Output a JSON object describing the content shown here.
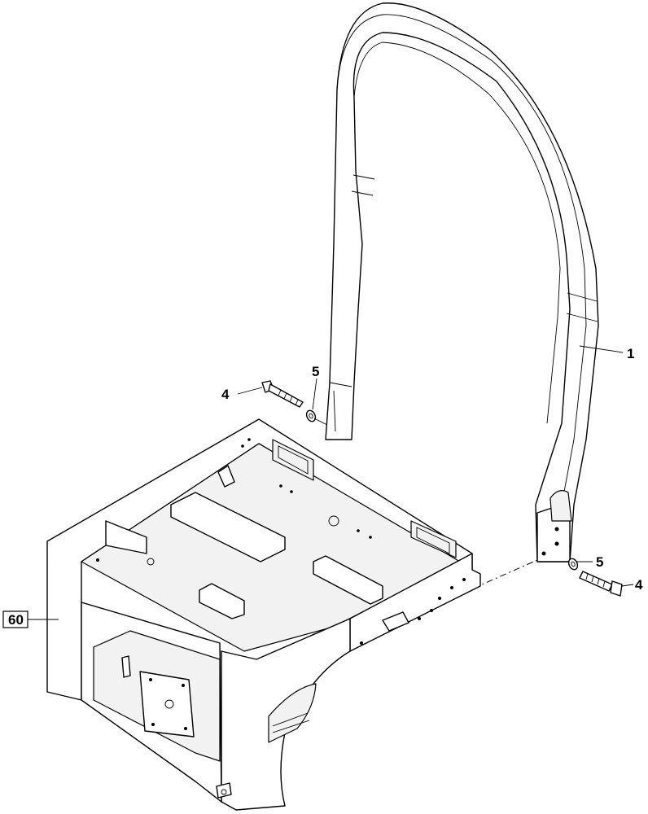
{
  "callouts": {
    "part_1": "1",
    "part_4_left": "4",
    "part_5_left": "5",
    "part_5_right": "5",
    "part_4_right": "4",
    "ref_box": "60"
  }
}
